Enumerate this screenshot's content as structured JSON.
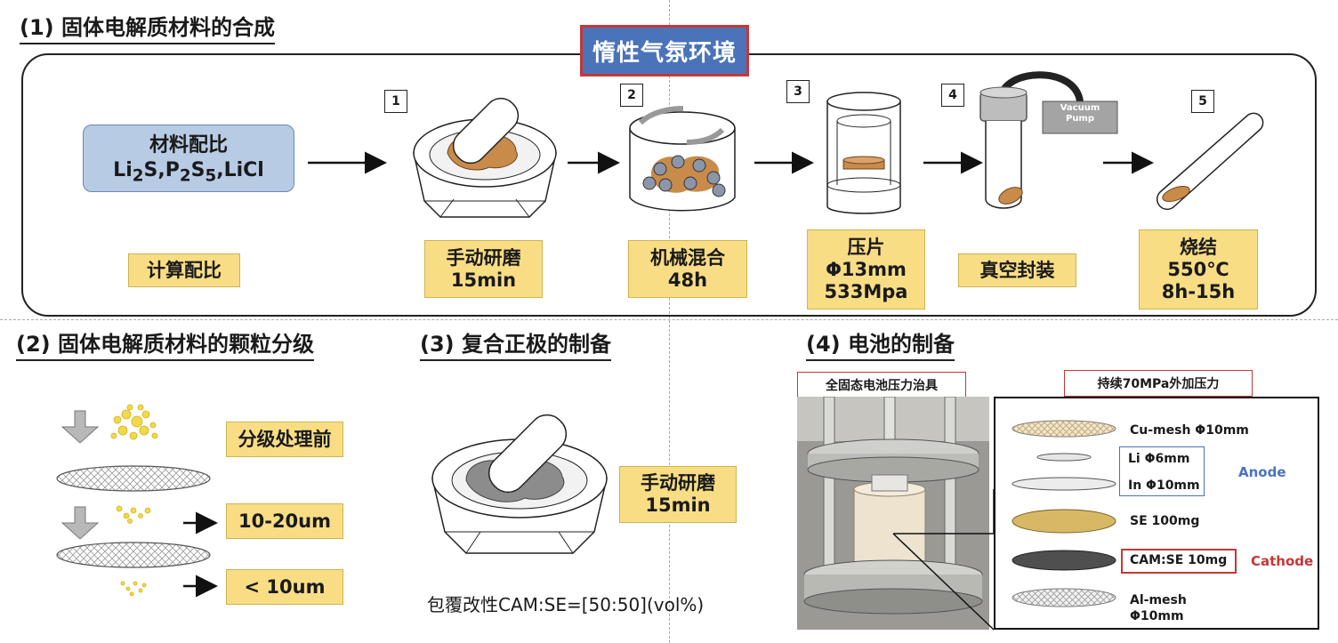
{
  "sections": {
    "s1": "(1) 固体电解质材料的合成",
    "s2": "(2) 固体电解质材料的颗粒分级",
    "s3": "(3) 复合正极的制备",
    "s4": "(4) 电池的制备"
  },
  "inert_env": "惰性气氛环境",
  "ratio_box": {
    "line1": "材料配比",
    "line2_html": "Li<sub>2</sub>S,P<sub>2</sub>S<sub>5</sub>,LiCl"
  },
  "step_numbers": [
    "1",
    "2",
    "3",
    "4",
    "5"
  ],
  "synthesis_labels": {
    "calc": "计算配比",
    "grind_1": "手动研磨",
    "grind_2": "15min",
    "mix_1": "机械混合",
    "mix_2": "48h",
    "press_1": "压片",
    "press_2": "Φ13mm",
    "press_3": "533Mpa",
    "seal": "真空封装",
    "sinter_1": "烧结",
    "sinter_2": "550℃",
    "sinter_3": "8h-15h"
  },
  "vacuum_pump": {
    "line1": "Vacuum",
    "line2": "Pump"
  },
  "grading": {
    "before": "分级处理前",
    "range": "10-20um",
    "small": "< 10um"
  },
  "cathode": {
    "grind_1": "手动研磨",
    "grind_2": "15min",
    "formula": "包覆改性CAM:SE=[50:50](vol%)"
  },
  "cell": {
    "fixture_title": "全固态电池压力治具",
    "pressure_title": "持续70MPa外加压力",
    "layers": {
      "cu": "Cu-mesh Φ10mm",
      "li": "Li Φ6mm",
      "in": "In Φ10mm",
      "se": "SE   100mg",
      "cam": "CAM:SE  10mg",
      "al_1": "Al-mesh",
      "al_2": "Φ10mm"
    },
    "anode": "Anode",
    "cathode": "Cathode"
  },
  "colors": {
    "inert_bg": "#4a73b9",
    "red": "#c73636",
    "anode_blue": "#4a73b9",
    "label_yellow": "#f8dd85",
    "ratio_blue": "#b8cbe5",
    "powder_brown": "#c98b4a"
  }
}
